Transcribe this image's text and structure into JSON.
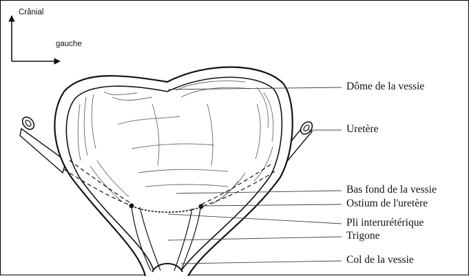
{
  "orientation": {
    "cranial_label": "Crânial",
    "left_label": "gauche"
  },
  "labels": {
    "dome": "Dôme de la vessie",
    "ureter": "Uretère",
    "fundus": "Bas fond de la vessie",
    "ostium": "Ostium de l'uretère",
    "interureteric_fold": "Pli interurétérique",
    "trigone": "Trigone",
    "neck": "Col de la vessie"
  },
  "colors": {
    "ink": "#111111",
    "leader_line": "#444444",
    "background": "#ffffff"
  }
}
